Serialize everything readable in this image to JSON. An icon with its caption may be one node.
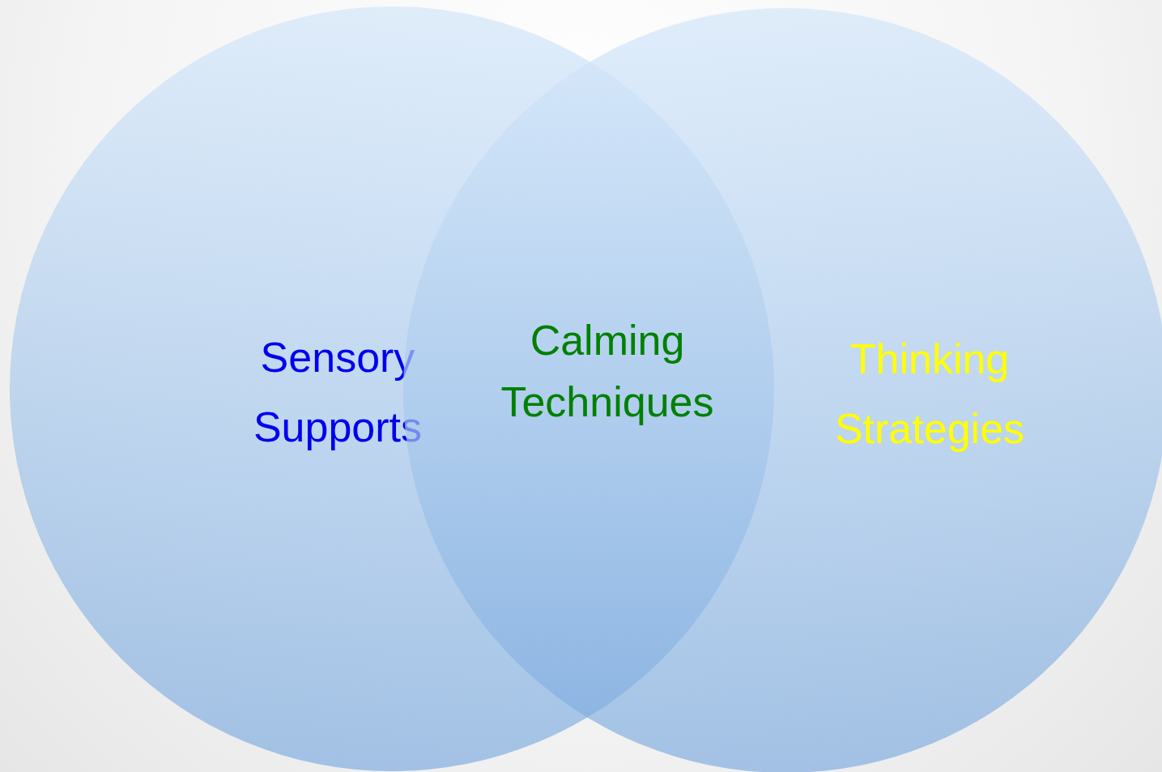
{
  "diagram": {
    "nodes": [
      {
        "text": [
          "Sensory Supports"
        ]
      },
      {
        "text": [
          "Thinking Strategies"
        ]
      }
    ],
    "labels": [
      "Calming Techniques"
    ]
  }
}
